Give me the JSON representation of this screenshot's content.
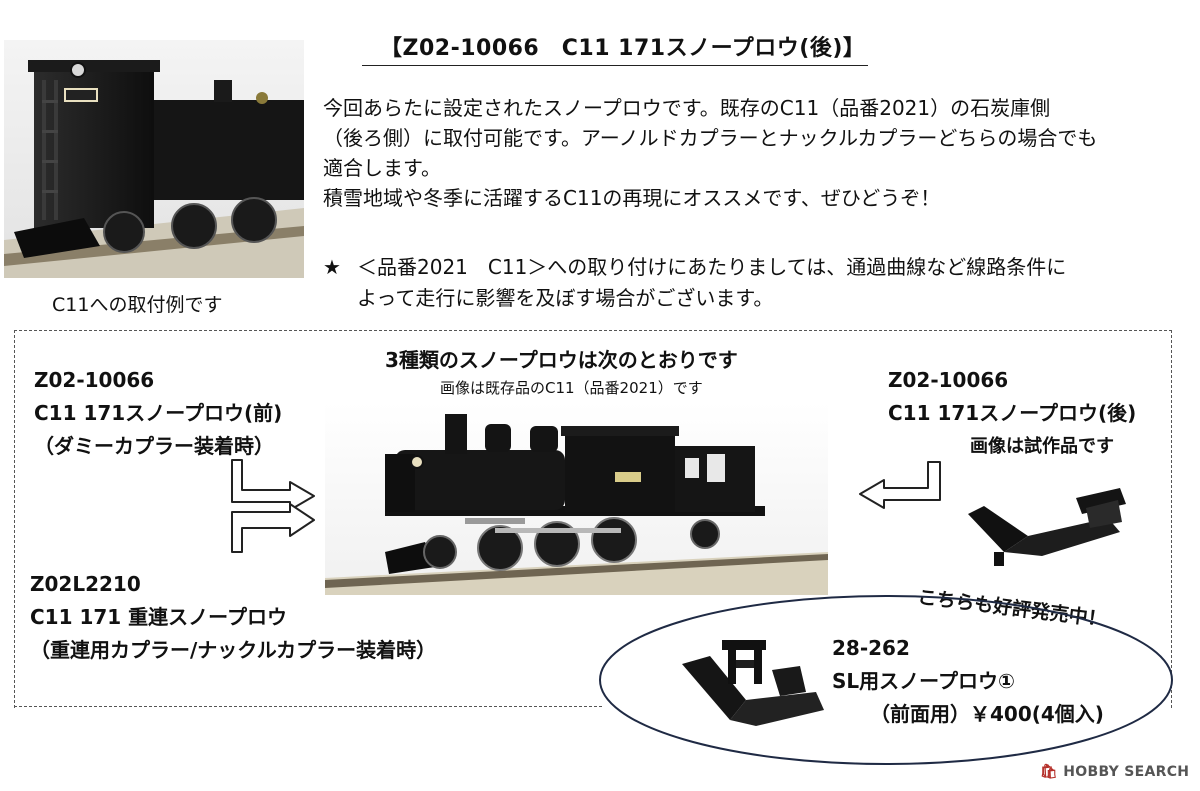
{
  "title": "【Z02-10066　C11 171スノープロウ(後)】",
  "photo_caption": "C11への取付例です",
  "intro": [
    "今回あらたに設定されたスノープロウです。既存のC11（品番2021）の石炭庫側",
    "（後ろ側）に取付可能です。アーノルドカプラーとナックルカプラーどちらの場合でも",
    "適合します。",
    "積雪地域や冬季に活躍するC11の再現にオススメです、ぜひどうぞ！"
  ],
  "note": {
    "star": "★",
    "line1": "＜品番2021　C11＞への取り付けにあたりましては、通過曲線など線路条件に",
    "line2": "よって走行に影響を及ぼす場合がございます。"
  },
  "section": {
    "title": "3種類のスノープロウは次のとおりです",
    "subtitle": "画像は既存品のC11（品番2021）です"
  },
  "front_plow": {
    "code": "Z02-10066",
    "name": "C11 171スノープロウ(前)",
    "note": "（ダミーカプラー装着時）"
  },
  "rear_plow": {
    "code": "Z02-10066",
    "name": "C11 171スノープロウ(後)",
    "note": "画像は試作品です"
  },
  "double_plow": {
    "code": "Z02L2210",
    "name": "C11 171 重連スノープロウ",
    "note": "（重連用カプラー/ナックルカプラー装着時）"
  },
  "also_selling": "こちらも好評発売中！",
  "sl_plow": {
    "code": "28-262",
    "name": "SL用スノープロウ①",
    "price": "（前面用）￥400(4個入)"
  },
  "watermark": "HOBBY SEARCH",
  "watermark_icon": "shopping-bag-icon",
  "colors": {
    "watermark_accent": "#b5302a",
    "loco": "#1a1a1a"
  }
}
